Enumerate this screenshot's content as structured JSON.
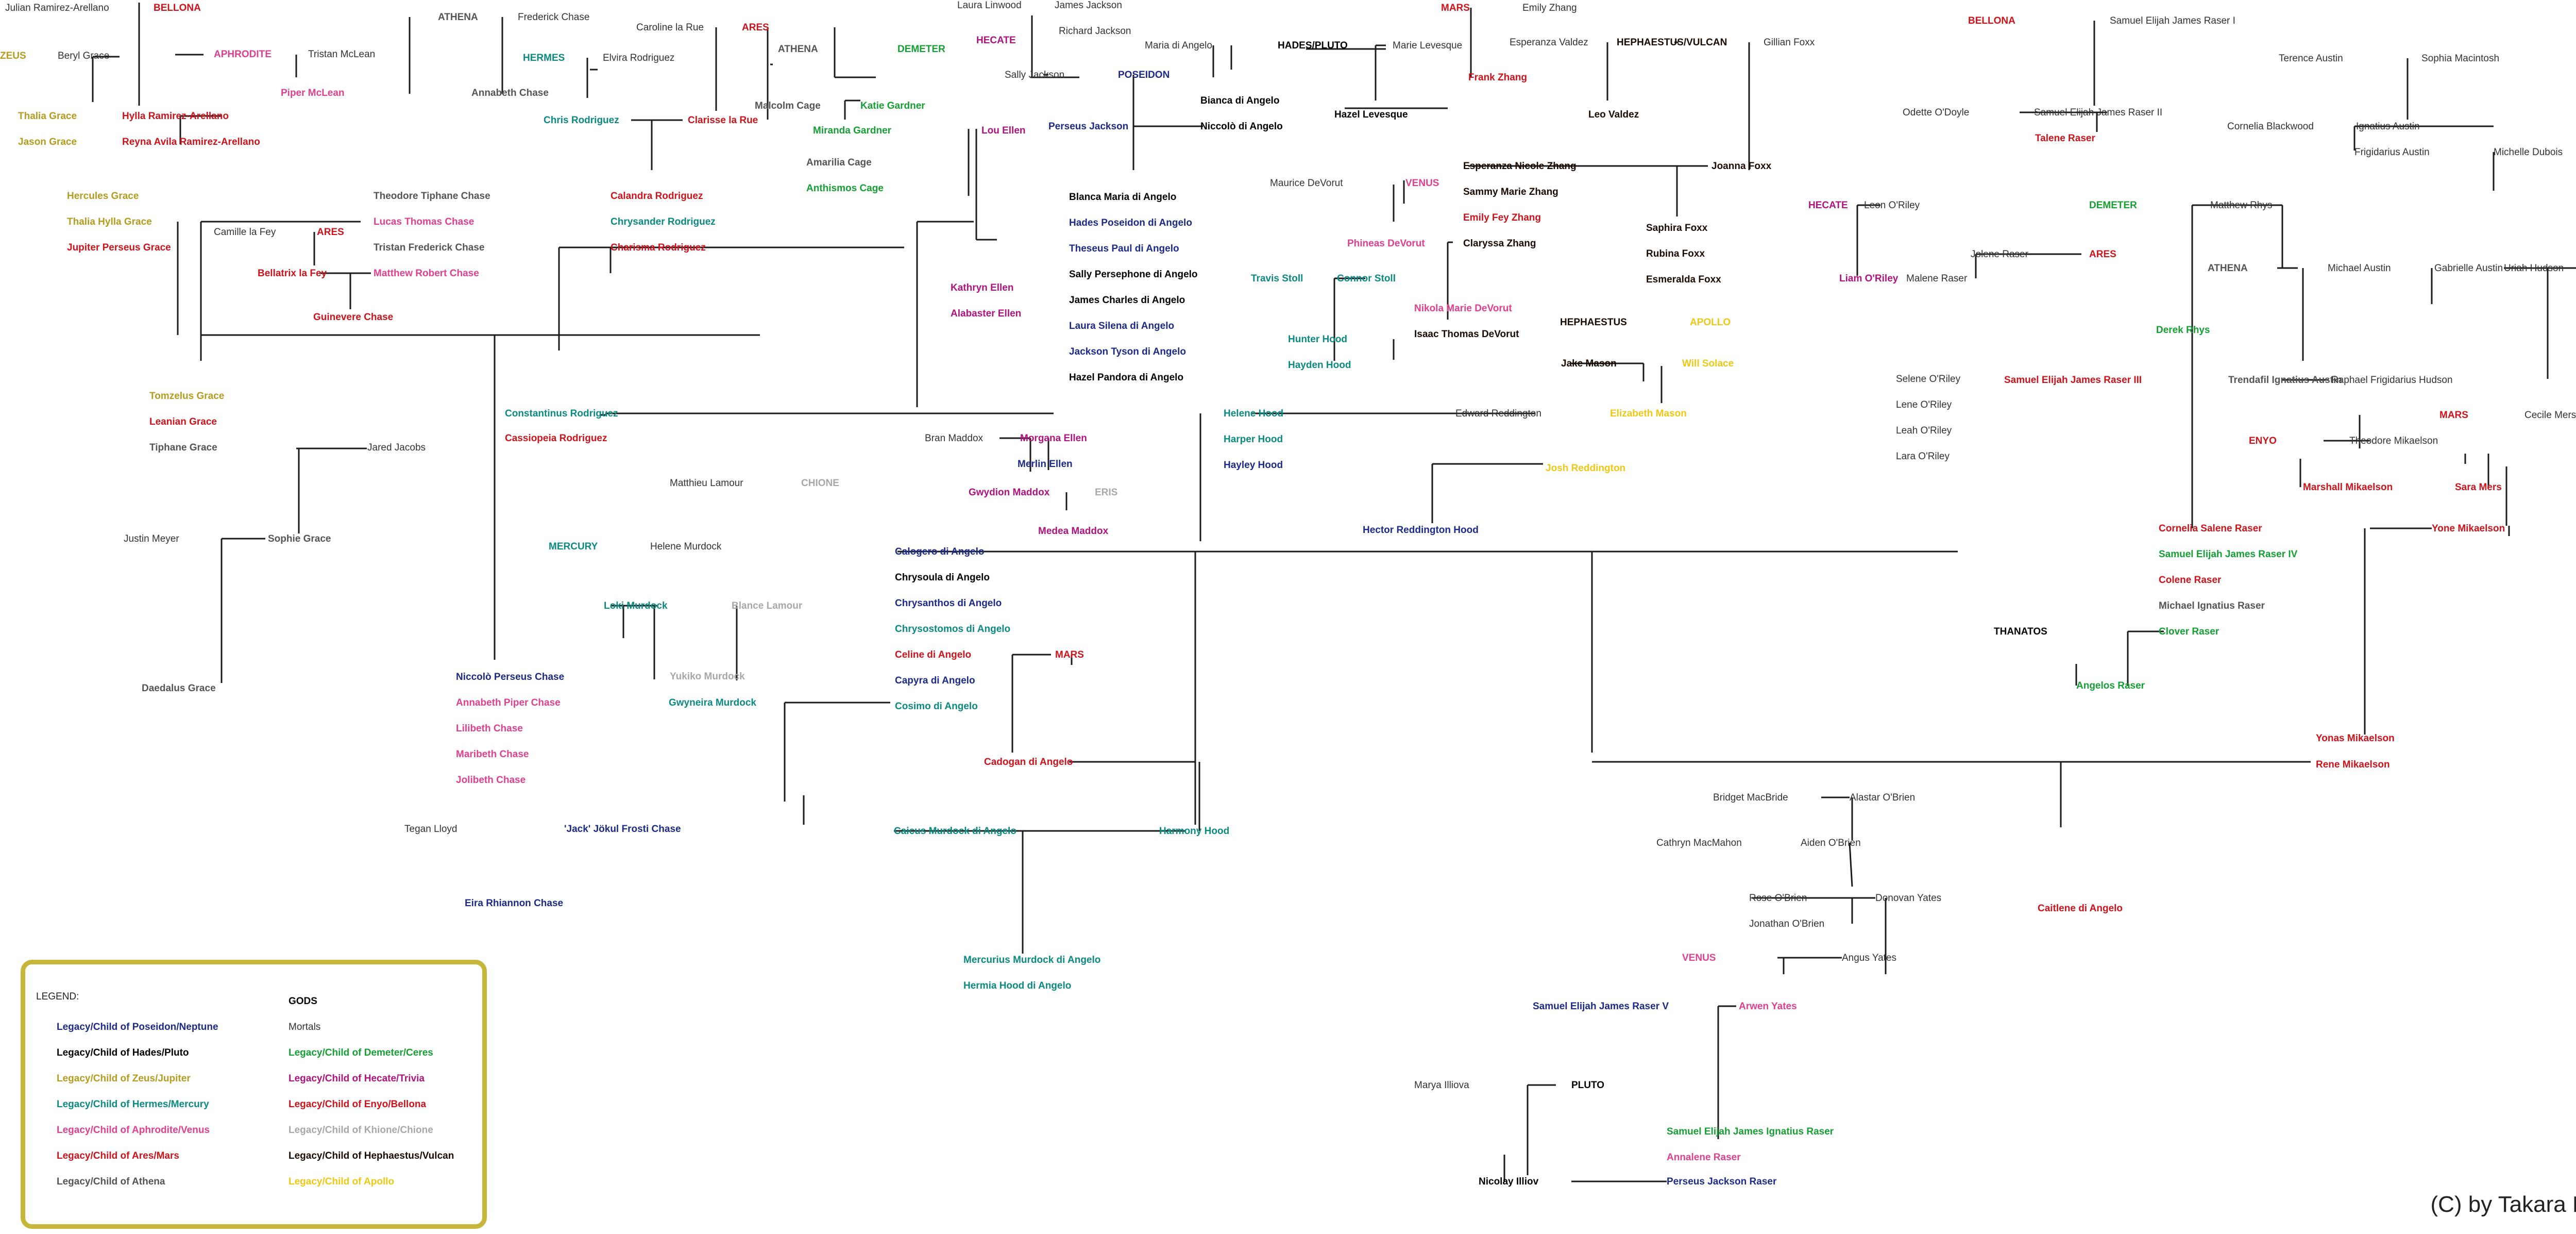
{
  "colors": {
    "poseidon": "#1c2a8a",
    "hades": "#000000",
    "zeus": "#b59b1e",
    "hermes": "#0b8a82",
    "aphrodite": "#e0408f",
    "ares": "#d0121b",
    "athena": "#555555",
    "gods": "#000000",
    "mortal": "#333333",
    "demeter": "#14a032",
    "hecate": "#b0127f",
    "enyo": "#d0121b",
    "khione": "#a8a8a8",
    "hephaestus": "#1a0a00",
    "apollo": "#f0c814"
  },
  "people": [
    {
      "name": "Julian Ramirez-Arellano",
      "color": "mortal"
    },
    {
      "name": "BELLONA",
      "color": "ares"
    },
    {
      "name": "ZEUS",
      "color": "zeus"
    },
    {
      "name": "Beryl Grace",
      "color": "mortal"
    },
    {
      "name": "Thalia Grace",
      "color": "zeus"
    },
    {
      "name": "Hylla Ramirez-Arellano",
      "color": "ares"
    },
    {
      "name": "Jason Grace",
      "color": "zeus"
    },
    {
      "name": "Reyna Avila Ramirez-Arellano",
      "color": "ares"
    },
    {
      "name": "APHRODITE",
      "color": "aphrodite"
    },
    {
      "name": "Tristan McLean",
      "color": "mortal"
    },
    {
      "name": "Piper McLean",
      "color": "aphrodite"
    },
    {
      "name": "ATHENA",
      "color": "athena"
    },
    {
      "name": "Frederick Chase",
      "color": "mortal"
    },
    {
      "name": "HERMES",
      "color": "hermes"
    },
    {
      "name": "Elvira Rodriguez",
      "color": "mortal"
    },
    {
      "name": "Annabeth Chase",
      "color": "athena"
    },
    {
      "name": "Caroline la Rue",
      "color": "mortal"
    },
    {
      "name": "ARES",
      "color": "ares"
    },
    {
      "name": "Chris Rodriguez",
      "color": "hermes"
    },
    {
      "name": "Clarisse la Rue",
      "color": "ares"
    },
    {
      "name": "Hercules Grace",
      "color": "zeus"
    },
    {
      "name": "Thalia Hylla Grace",
      "color": "zeus"
    },
    {
      "name": "Jupiter Perseus Grace",
      "color": "ares"
    },
    {
      "name": "Theodore Tiphane Chase",
      "color": "athena"
    },
    {
      "name": "Camille la Fey",
      "color": "mortal"
    },
    {
      "name": "ARES",
      "color": "ares"
    },
    {
      "name": "Lucas Thomas Chase",
      "color": "aphrodite"
    },
    {
      "name": "Tristan Frederick Chase",
      "color": "athena"
    },
    {
      "name": "Bellatrix la Fey",
      "color": "ares"
    },
    {
      "name": "Matthew Robert Chase",
      "color": "aphrodite"
    },
    {
      "name": "Guinevere Chase",
      "color": "ares"
    },
    {
      "name": "Calandra Rodriguez",
      "color": "ares"
    },
    {
      "name": "Chrysander Rodriguez",
      "color": "hermes"
    },
    {
      "name": "Charisma Rodriguez",
      "color": "ares"
    },
    {
      "name": "Tomzelus Grace",
      "color": "zeus"
    },
    {
      "name": "Leanian Grace",
      "color": "ares"
    },
    {
      "name": "Tiphane Grace",
      "color": "athena"
    },
    {
      "name": "Jared Jacobs",
      "color": "mortal"
    },
    {
      "name": "Justin Meyer",
      "color": "mortal"
    },
    {
      "name": "Sophie Grace",
      "color": "athena"
    },
    {
      "name": "Daedalus Grace",
      "color": "athena"
    },
    {
      "name": "Constantinus Rodriguez",
      "color": "hermes"
    },
    {
      "name": "Cassiopeia Rodriguez",
      "color": "ares"
    },
    {
      "name": "Matthieu Lamour",
      "color": "mortal"
    },
    {
      "name": "CHIONE",
      "color": "khione"
    },
    {
      "name": "MERCURY",
      "color": "hermes"
    },
    {
      "name": "Helene Murdock",
      "color": "mortal"
    },
    {
      "name": "Loki Murdock",
      "color": "hermes"
    },
    {
      "name": "Blance Lamour",
      "color": "khione"
    },
    {
      "name": "Yukiko Murdock",
      "color": "khione"
    },
    {
      "name": "Niccolò Perseus Chase",
      "color": "poseidon"
    },
    {
      "name": "Annabeth Piper Chase",
      "color": "aphrodite"
    },
    {
      "name": "Lilibeth Chase",
      "color": "aphrodite"
    },
    {
      "name": "Maribeth Chase",
      "color": "aphrodite"
    },
    {
      "name": "Jolibeth Chase",
      "color": "aphrodite"
    },
    {
      "name": "Gwyneira Murdock",
      "color": "hermes"
    },
    {
      "name": "Tegan Lloyd",
      "color": "mortal"
    },
    {
      "name": "'Jack' Jökul Frosti Chase",
      "color": "poseidon"
    },
    {
      "name": "Eira Rhiannon Chase",
      "color": "poseidon"
    },
    {
      "name": "Laura Linwood",
      "color": "mortal"
    },
    {
      "name": "James Jackson",
      "color": "mortal"
    },
    {
      "name": "Richard Jackson",
      "color": "mortal"
    },
    {
      "name": "HECATE",
      "color": "hecate"
    },
    {
      "name": "Sally Jackson",
      "color": "mortal"
    },
    {
      "name": "POSEIDON",
      "color": "poseidon"
    },
    {
      "name": "Malcolm Cage",
      "color": "athena"
    },
    {
      "name": "DEMETER",
      "color": "demeter"
    },
    {
      "name": "ATHENA",
      "color": "athena"
    },
    {
      "name": "Katie Gardner",
      "color": "demeter"
    },
    {
      "name": "Miranda Gardner",
      "color": "demeter"
    },
    {
      "name": "Lou Ellen",
      "color": "hecate"
    },
    {
      "name": "Perseus Jackson",
      "color": "poseidon"
    },
    {
      "name": "Amarilia Cage",
      "color": "athena"
    },
    {
      "name": "Anthismos Cage",
      "color": "demeter"
    },
    {
      "name": "Maria di Angelo",
      "color": "mortal"
    },
    {
      "name": "HADES/PLUTO",
      "color": "hades"
    },
    {
      "name": "Marie Levesque",
      "color": "mortal"
    },
    {
      "name": "Bianca di Angelo",
      "color": "hades"
    },
    {
      "name": "Niccolò di Angelo",
      "color": "hades"
    },
    {
      "name": "Hazel Levesque",
      "color": "hades"
    },
    {
      "name": "MARS",
      "color": "ares"
    },
    {
      "name": "Emily Zhang",
      "color": "mortal"
    },
    {
      "name": "Frank Zhang",
      "color": "ares"
    },
    {
      "name": "Esperanza Valdez",
      "color": "mortal"
    },
    {
      "name": "HEPHAESTUS/VULCAN",
      "color": "hephaestus"
    },
    {
      "name": "Gillian Foxx",
      "color": "mortal"
    },
    {
      "name": "Leo Valdez",
      "color": "hephaestus"
    },
    {
      "name": "Blanca Maria di Angelo",
      "color": "hades"
    },
    {
      "name": "Hades Poseidon di Angelo",
      "color": "poseidon"
    },
    {
      "name": "Theseus Paul di Angelo",
      "color": "poseidon"
    },
    {
      "name": "Sally Persephone di Angelo",
      "color": "hades"
    },
    {
      "name": "James Charles di Angelo",
      "color": "hades"
    },
    {
      "name": "Laura Silena di Angelo",
      "color": "poseidon"
    },
    {
      "name": "Jackson Tyson di Angelo",
      "color": "poseidon"
    },
    {
      "name": "Hazel Pandora di Angelo",
      "color": "hades"
    },
    {
      "name": "Kathryn Ellen",
      "color": "hecate"
    },
    {
      "name": "Alabaster Ellen",
      "color": "hecate"
    },
    {
      "name": "Maurice DeVorut",
      "color": "mortal"
    },
    {
      "name": "VENUS",
      "color": "aphrodite"
    },
    {
      "name": "Phineas DeVorut",
      "color": "aphrodite"
    },
    {
      "name": "Esperanza Nicole Zhang",
      "color": "hephaestus"
    },
    {
      "name": "Sammy Marie Zhang",
      "color": "hephaestus"
    },
    {
      "name": "Emily Fey Zhang",
      "color": "ares"
    },
    {
      "name": "Claryssa Zhang",
      "color": "hephaestus"
    },
    {
      "name": "Joanna Foxx",
      "color": "hephaestus"
    },
    {
      "name": "Saphira Foxx",
      "color": "hephaestus"
    },
    {
      "name": "Rubina Foxx",
      "color": "hephaestus"
    },
    {
      "name": "Esmeralda Foxx",
      "color": "hephaestus"
    },
    {
      "name": "Travis Stoll",
      "color": "hermes"
    },
    {
      "name": "Connor Stoll",
      "color": "hermes"
    },
    {
      "name": "Hunter Hood",
      "color": "hermes"
    },
    {
      "name": "Hayden Hood",
      "color": "hermes"
    },
    {
      "name": "Nikola Marie DeVorut",
      "color": "aphrodite"
    },
    {
      "name": "Isaac Thomas DeVorut",
      "color": "hephaestus"
    },
    {
      "name": "HEPHAESTUS",
      "color": "hephaestus"
    },
    {
      "name": "APOLLO",
      "color": "apollo"
    },
    {
      "name": "Jake Mason",
      "color": "hephaestus"
    },
    {
      "name": "Will Solace",
      "color": "apollo"
    },
    {
      "name": "Helene Hood",
      "color": "hermes"
    },
    {
      "name": "Harper Hood",
      "color": "hermes"
    },
    {
      "name": "Hayley Hood",
      "color": "poseidon"
    },
    {
      "name": "Edward Reddington",
      "color": "mortal"
    },
    {
      "name": "Elizabeth Mason",
      "color": "apollo"
    },
    {
      "name": "Josh Reddington",
      "color": "apollo"
    },
    {
      "name": "Hector Reddington Hood",
      "color": "poseidon"
    },
    {
      "name": "Bran Maddox",
      "color": "mortal"
    },
    {
      "name": "Morgana Ellen",
      "color": "hecate"
    },
    {
      "name": "Merlin Ellen",
      "color": "poseidon"
    },
    {
      "name": "Gwydion Maddox",
      "color": "hecate"
    },
    {
      "name": "ERIS",
      "color": "khione"
    },
    {
      "name": "Medea Maddox",
      "color": "hecate"
    },
    {
      "name": "Calogero di Angelo",
      "color": "poseidon"
    },
    {
      "name": "Chrysoula di Angelo",
      "color": "hades"
    },
    {
      "name": "Chrysanthos di Angelo",
      "color": "poseidon"
    },
    {
      "name": "Chrysostomos di Angelo",
      "color": "hermes"
    },
    {
      "name": "Celine di Angelo",
      "color": "ares"
    },
    {
      "name": "MARS",
      "color": "ares"
    },
    {
      "name": "Capyra di Angelo",
      "color": "poseidon"
    },
    {
      "name": "Cosimo di Angelo",
      "color": "hermes"
    },
    {
      "name": "Cadogan di Angelo",
      "color": "ares"
    },
    {
      "name": "Caicus Murdock di Angelo",
      "color": "hermes"
    },
    {
      "name": "Harmony Hood",
      "color": "hermes"
    },
    {
      "name": "Mercurius Murdock di Angelo",
      "color": "hermes"
    },
    {
      "name": "Hermia Hood di Angelo",
      "color": "hermes"
    },
    {
      "name": "BELLONA",
      "color": "ares"
    },
    {
      "name": "Samuel Elijah James Raser I",
      "color": "mortal"
    },
    {
      "name": "Odette O'Doyle",
      "color": "mortal"
    },
    {
      "name": "Samuel Elijah James Raser II",
      "color": "mortal"
    },
    {
      "name": "Talene Raser",
      "color": "ares"
    },
    {
      "name": "Terence Austin",
      "color": "mortal"
    },
    {
      "name": "Sophia Macintosh",
      "color": "mortal"
    },
    {
      "name": "Cornelia Blackwood",
      "color": "mortal"
    },
    {
      "name": "Ignatius Austin",
      "color": "mortal"
    },
    {
      "name": "Frigidarius Austin",
      "color": "mortal"
    },
    {
      "name": "Michelle Dubois",
      "color": "mortal"
    },
    {
      "name": "HECATE",
      "color": "hecate"
    },
    {
      "name": "Leon O'Riley",
      "color": "mortal"
    },
    {
      "name": "DEMETER",
      "color": "demeter"
    },
    {
      "name": "Matthew Rhys",
      "color": "mortal"
    },
    {
      "name": "Jolene Raser",
      "color": "mortal"
    },
    {
      "name": "ARES",
      "color": "ares"
    },
    {
      "name": "Liam O'Riley",
      "color": "hecate"
    },
    {
      "name": "Malene Raser",
      "color": "mortal"
    },
    {
      "name": "ATHENA",
      "color": "athena"
    },
    {
      "name": "Michael Austin",
      "color": "mortal"
    },
    {
      "name": "Gabrielle Austin",
      "color": "mortal"
    },
    {
      "name": "Uriah Hudson",
      "color": "mortal"
    },
    {
      "name": "Derek Rhys",
      "color": "demeter"
    },
    {
      "name": "Selene O'Riley",
      "color": "mortal"
    },
    {
      "name": "Lene O'Riley",
      "color": "mortal"
    },
    {
      "name": "Leah O'Riley",
      "color": "mortal"
    },
    {
      "name": "Lara O'Riley",
      "color": "mortal"
    },
    {
      "name": "Samuel Elijah James Raser III",
      "color": "ares"
    },
    {
      "name": "Trendafil Ignatius Austin",
      "color": "athena"
    },
    {
      "name": "Raphael Frigidarius Hudson",
      "color": "mortal"
    },
    {
      "name": "MARS",
      "color": "ares"
    },
    {
      "name": "Cecile Mers",
      "color": "mortal"
    },
    {
      "name": "ENYO",
      "color": "enyo"
    },
    {
      "name": "Theodore Mikaelson",
      "color": "mortal"
    },
    {
      "name": "Marshall Mikaelson",
      "color": "ares"
    },
    {
      "name": "Sara Mers",
      "color": "ares"
    },
    {
      "name": "Cornelia Salene Raser",
      "color": "ares"
    },
    {
      "name": "Yone Mikaelson",
      "color": "ares"
    },
    {
      "name": "Samuel Elijah James Raser IV",
      "color": "demeter"
    },
    {
      "name": "Colene Raser",
      "color": "ares"
    },
    {
      "name": "Michael Ignatius Raser",
      "color": "athena"
    },
    {
      "name": "THANATOS",
      "color": "gods"
    },
    {
      "name": "Clover Raser",
      "color": "demeter"
    },
    {
      "name": "Angelos Raser",
      "color": "demeter"
    },
    {
      "name": "Yonas Mikaelson",
      "color": "ares"
    },
    {
      "name": "Rene Mikaelson",
      "color": "ares"
    },
    {
      "name": "Bridget MacBride",
      "color": "mortal"
    },
    {
      "name": "Alastar O'Brien",
      "color": "mortal"
    },
    {
      "name": "Cathryn MacMahon",
      "color": "mortal"
    },
    {
      "name": "Aiden O'Brien",
      "color": "mortal"
    },
    {
      "name": "Rose O'Brien",
      "color": "mortal"
    },
    {
      "name": "Donovan Yates",
      "color": "mortal"
    },
    {
      "name": "Jonathan O'Brien",
      "color": "mortal"
    },
    {
      "name": "VENUS",
      "color": "aphrodite"
    },
    {
      "name": "Angus Yates",
      "color": "mortal"
    },
    {
      "name": "Caitlene di Angelo",
      "color": "ares"
    },
    {
      "name": "Samuel Elijah James Raser V",
      "color": "poseidon"
    },
    {
      "name": "Arwen Yates",
      "color": "aphrodite"
    },
    {
      "name": "Marya Illiova",
      "color": "mortal"
    },
    {
      "name": "PLUTO",
      "color": "hades"
    },
    {
      "name": "Samuel Elijah James Ignatius Raser",
      "color": "demeter"
    },
    {
      "name": "Annalene Raser",
      "color": "aphrodite"
    },
    {
      "name": "Nicolay Illiov",
      "color": "hades"
    },
    {
      "name": "Perseus Jackson Raser",
      "color": "poseidon"
    }
  ],
  "legend": {
    "title": "LEGEND:",
    "items": [
      {
        "label": "Legacy/Child of Poseidon/Neptune",
        "color": "poseidon"
      },
      {
        "label": "Legacy/Child of Hades/Pluto",
        "color": "hades"
      },
      {
        "label": "Legacy/Child of Zeus/Jupiter",
        "color": "zeus"
      },
      {
        "label": "Legacy/Child of Hermes/Mercury",
        "color": "hermes"
      },
      {
        "label": "Legacy/Child of Aphrodite/Venus",
        "color": "aphrodite"
      },
      {
        "label": "Legacy/Child of Ares/Mars",
        "color": "ares"
      },
      {
        "label": "Legacy/Child of Athena",
        "color": "athena"
      },
      {
        "label": "GODS",
        "color": "gods"
      },
      {
        "label": "Mortals",
        "color": "mortal"
      },
      {
        "label": "Legacy/Child of Demeter/Ceres",
        "color": "demeter"
      },
      {
        "label": "Legacy/Child of Hecate/Trivia",
        "color": "hecate"
      },
      {
        "label": "Legacy/Child of Enyo/Bellona",
        "color": "enyo"
      },
      {
        "label": "Legacy/Child of Khione/Chione",
        "color": "khione"
      },
      {
        "label": "Legacy/Child of Hephaestus/Vulcan",
        "color": "hephaestus"
      },
      {
        "label": "Legacy/Child of Apollo",
        "color": "apollo"
      }
    ]
  },
  "credit": "(C) by Takara Phoenix"
}
